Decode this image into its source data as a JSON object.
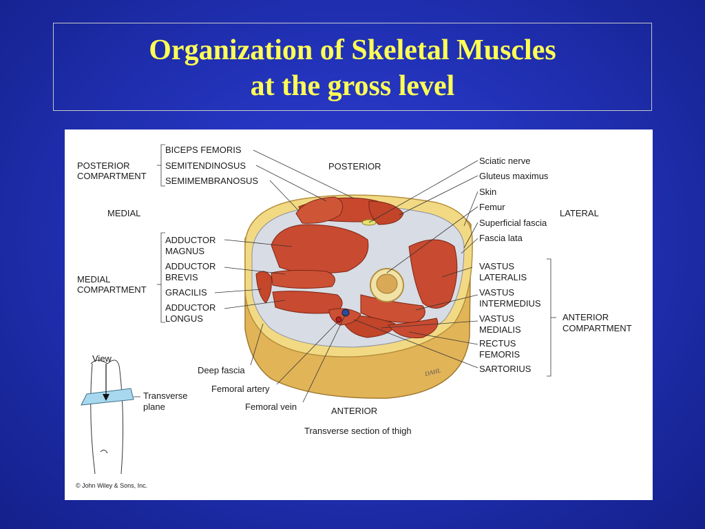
{
  "title": {
    "line1": "Organization of Skeletal Muscles",
    "line2": "at the gross level"
  },
  "colors": {
    "title_text": "#ffff55",
    "background": "#2232b8",
    "muscle": "#c8482e",
    "fat": "#f2d984",
    "fascia": "#d8dce4"
  },
  "diagram": {
    "compartments": {
      "posterior": [
        "POSTERIOR",
        "COMPARTMENT"
      ],
      "medial": [
        "MEDIAL",
        "COMPARTMENT"
      ],
      "anterior": [
        "ANTERIOR",
        "COMPARTMENT"
      ]
    },
    "orientation": {
      "posterior": "POSTERIOR",
      "anterior": "ANTERIOR",
      "medial": "MEDIAL",
      "lateral": "LATERAL"
    },
    "posterior_muscles": [
      "BICEPS FEMORIS",
      "SEMITENDINOSUS",
      "SEMIMEMBRANOSUS"
    ],
    "medial_muscles": {
      "adductor_magnus": [
        "ADDUCTOR",
        "MAGNUS"
      ],
      "adductor_brevis": [
        "ADDUCTOR",
        "BREVIS"
      ],
      "gracilis": "GRACILIS",
      "adductor_longus": [
        "ADDUCTOR",
        "LONGUS"
      ]
    },
    "right_labels": {
      "sciatic_nerve": "Sciatic nerve",
      "gluteus_maximus": "Gluteus maximus",
      "skin": "Skin",
      "femur": "Femur",
      "superficial_fascia": "Superficial fascia",
      "fascia_lata": "Fascia lata"
    },
    "anterior_muscles": {
      "vastus_lateralis": [
        "VASTUS",
        "LATERALIS"
      ],
      "vastus_intermedius": [
        "VASTUS",
        "INTERMEDIUS"
      ],
      "vastus_medialis": [
        "VASTUS",
        "MEDIALIS"
      ],
      "rectus_femoris": [
        "RECTUS",
        "FEMORIS"
      ],
      "sartorius": "SARTORIUS"
    },
    "bottom_labels": {
      "deep_fascia": "Deep fascia",
      "femoral_artery": "Femoral artery",
      "femoral_vein": "Femoral vein"
    },
    "inset": {
      "view": "View",
      "plane": [
        "Transverse",
        "plane"
      ]
    },
    "caption": "Transverse section of thigh",
    "copyright": "© John Wiley & Sons, Inc.",
    "artist_signature": "DAHL"
  }
}
